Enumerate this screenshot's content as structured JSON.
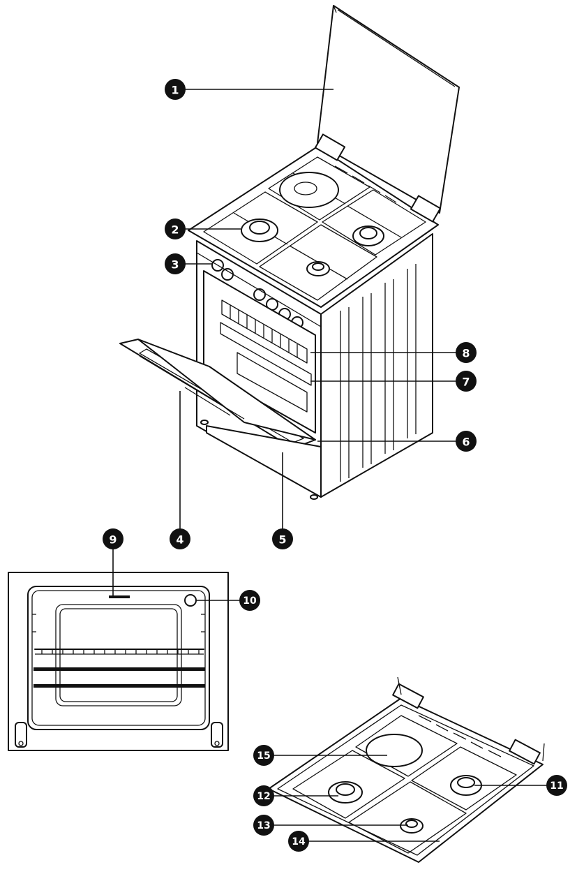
{
  "callouts": [
    {
      "id": "c1",
      "label": "1"
    },
    {
      "id": "c2",
      "label": "2"
    },
    {
      "id": "c3",
      "label": "3"
    },
    {
      "id": "c4",
      "label": "4"
    },
    {
      "id": "c5",
      "label": "5"
    },
    {
      "id": "c6",
      "label": "6"
    },
    {
      "id": "c7",
      "label": "7"
    },
    {
      "id": "c8",
      "label": "8"
    },
    {
      "id": "c9",
      "label": "9"
    },
    {
      "id": "c10",
      "label": "10"
    },
    {
      "id": "c11",
      "label": "11"
    },
    {
      "id": "c12",
      "label": "12"
    },
    {
      "id": "c13",
      "label": "13"
    },
    {
      "id": "c14",
      "label": "14"
    },
    {
      "id": "c15",
      "label": "15"
    }
  ],
  "colors": {
    "ink": "#111111",
    "paper": "#ffffff",
    "shade": "#e8e8e8"
  }
}
